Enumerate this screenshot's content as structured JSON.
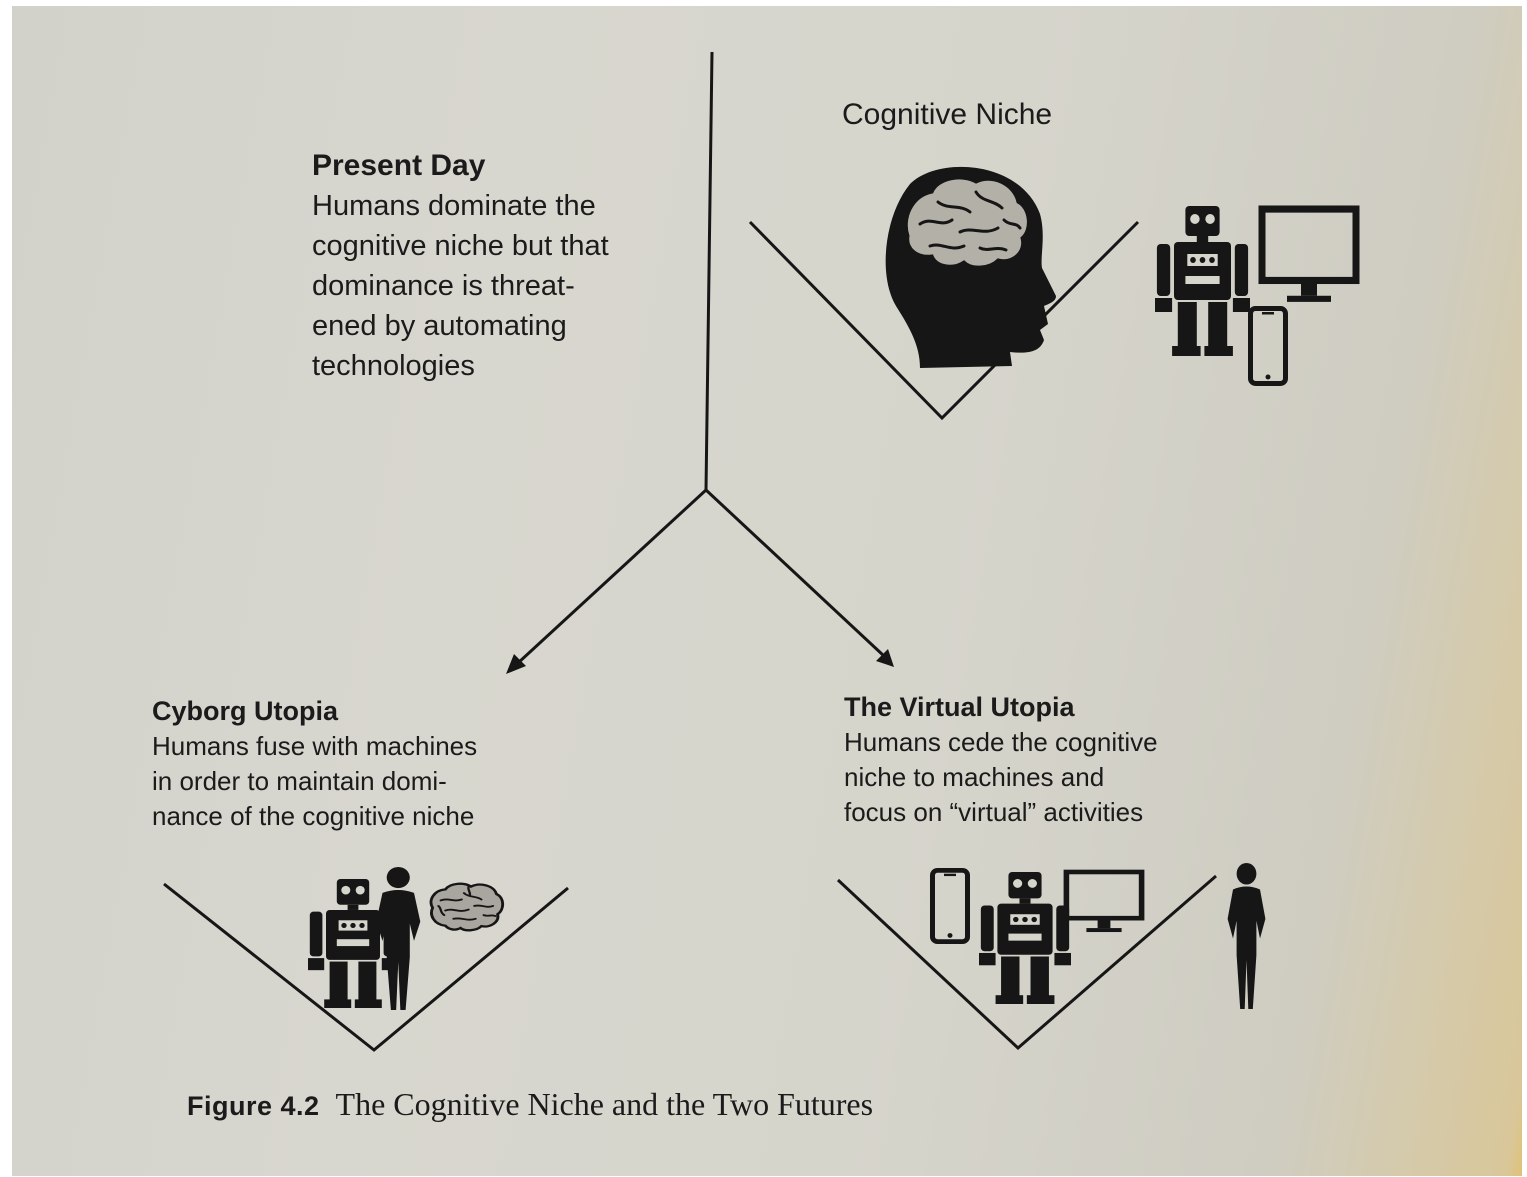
{
  "present_day": {
    "title": "Present Day",
    "lines": [
      "Humans dominate the",
      "cognitive niche but that",
      "dominance is threat-",
      "ened by automating",
      "technologies"
    ]
  },
  "cognitive_niche": {
    "label": "Cognitive Niche"
  },
  "cyborg_utopia": {
    "title": "Cyborg Utopia",
    "lines": [
      "Humans fuse with machines",
      "in order to maintain domi-",
      "nance of the cognitive niche"
    ]
  },
  "virtual_utopia": {
    "title": "The Virtual Utopia",
    "lines": [
      "Humans cede the cognitive",
      "niche to machines and",
      "focus on “virtual” activities"
    ]
  },
  "caption": {
    "number": "Figure 4.2",
    "title": "The Cognitive Niche and the Two Futures"
  },
  "icons": {
    "top": [
      "head-brain-icon",
      "robot-icon",
      "monitor-icon",
      "smartphone-icon"
    ],
    "cyborg": [
      "robot-icon",
      "human-silhouette-icon",
      "brain-icon"
    ],
    "virtual": [
      "smartphone-icon",
      "robot-icon",
      "monitor-icon",
      "human-silhouette-icon"
    ]
  },
  "colors": {
    "ink": "#1b1b1b",
    "paper": "#d6d5cc"
  }
}
